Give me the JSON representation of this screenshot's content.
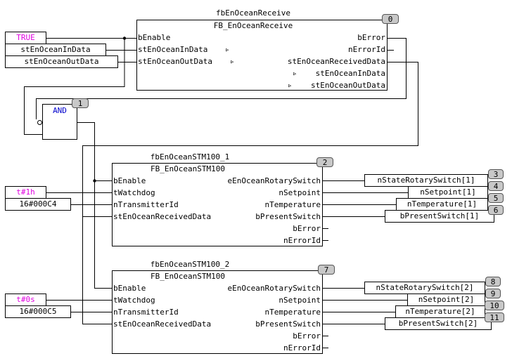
{
  "colors": {
    "constant": "#e000e0",
    "operator": "#0000cc",
    "badge_fill": "#c8c8c8"
  },
  "inputs": {
    "true_const": "TRUE",
    "in_data": "stEnOceanInData",
    "out_data": "stEnOceanOutData",
    "t1h": "t#1h",
    "hex_c4": "16#000C4",
    "t0s": "t#0s",
    "hex_c5": "16#000C5"
  },
  "block0": {
    "instance": "fbEnOceanReceive",
    "type": "FB_EnOceanReceive",
    "badge": "0",
    "in": [
      "bEnable",
      "stEnOceanInData",
      "stEnOceanOutData"
    ],
    "out": [
      "bError",
      "nErrorId",
      "stEnOceanReceivedData",
      "stEnOceanInData",
      "stEnOceanOutData"
    ],
    "inout_marker": "▹"
  },
  "and_block": {
    "label": "AND",
    "badge": "1"
  },
  "block2": {
    "instance": "fbEnOceanSTM100_1",
    "type": "FB_EnOceanSTM100",
    "badge": "2",
    "in": [
      "bEnable",
      "tWatchdog",
      "nTransmitterId",
      "stEnOceanReceivedData"
    ],
    "out": [
      "eEnOceanRotarySwitch",
      "nSetpoint",
      "nTemperature",
      "bPresentSwitch",
      "bError",
      "nErrorId"
    ]
  },
  "block7": {
    "instance": "fbEnOceanSTM100_2",
    "type": "FB_EnOceanSTM100",
    "badge": "7",
    "in": [
      "bEnable",
      "tWatchdog",
      "nTransmitterId",
      "stEnOceanReceivedData"
    ],
    "out": [
      "eEnOceanRotarySwitch",
      "nSetpoint",
      "nTemperature",
      "bPresentSwitch",
      "bError",
      "nErrorId"
    ]
  },
  "outputs1": [
    {
      "label": "nStateRotarySwitch[1]",
      "badge": "3"
    },
    {
      "label": "nSetpoint[1]",
      "badge": "4"
    },
    {
      "label": "nTemperature[1]",
      "badge": "5"
    },
    {
      "label": "bPresentSwitch[1]",
      "badge": "6"
    }
  ],
  "outputs2": [
    {
      "label": "nStateRotarySwitch[2]",
      "badge": "8"
    },
    {
      "label": "nSetpoint[2]",
      "badge": "9"
    },
    {
      "label": "nTemperature[2]",
      "badge": "10"
    },
    {
      "label": "bPresentSwitch[2]",
      "badge": "11"
    }
  ]
}
